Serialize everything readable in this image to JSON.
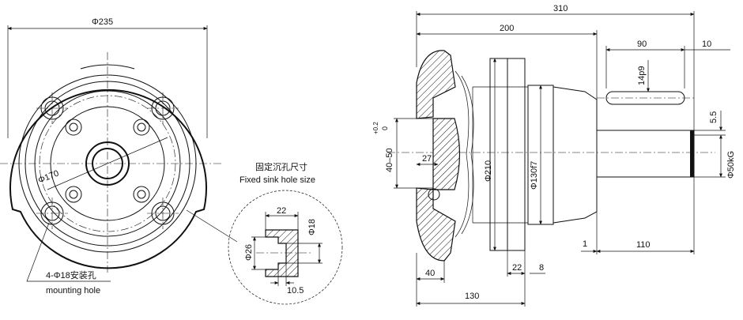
{
  "front_view": {
    "outer_diameter": "Φ235",
    "pcd": "Φ170",
    "mounting_hole_spec": "4-Φ18安装孔",
    "mounting_hole_en": "mounting hole"
  },
  "sink_hole_detail": {
    "title_cn": "固定沉孔尺寸",
    "title_en": "Fixed sink hole size",
    "dim_depth": "22",
    "dim_counterbore": "Φ26",
    "dim_hole": "Φ18",
    "dim_thickness": "10.5"
  },
  "side_view": {
    "overall_length": "310",
    "length_200": "200",
    "keyway_length": "90",
    "end_offset": "10",
    "key_width": "14p9",
    "key_depth": "5.5",
    "shaft_diameter": "Φ50kG",
    "bore_range": "40–50",
    "bore_tol_upper": "+0.2",
    "bore_tol_lower": "0",
    "inner_27": "27",
    "flange_diameter": "Φ210",
    "spigot_diameter": "Φ130f7",
    "gap_1": "1",
    "shaft_length": "110",
    "hub_40": "40",
    "flange_22": "22",
    "flange_8": "8",
    "body_130": "130"
  }
}
